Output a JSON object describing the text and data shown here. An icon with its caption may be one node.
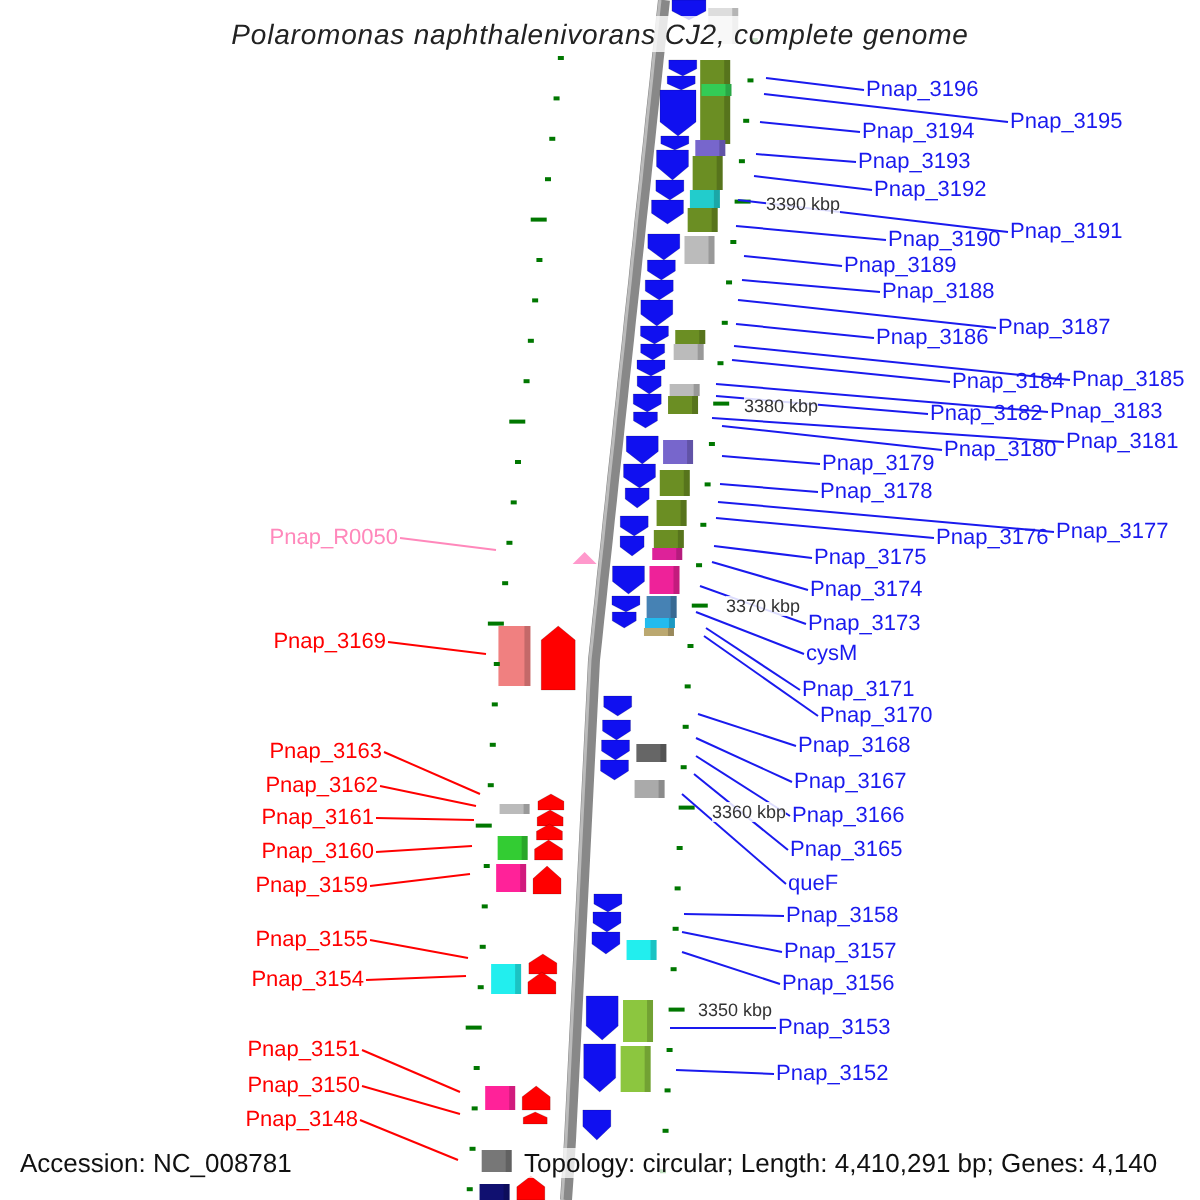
{
  "diagram": {
    "title": "Polaromonas naphthalenivorans CJ2, complete genome",
    "nodes": [
      {
        "text": [
          "Pnap_3196"
        ]
      },
      {
        "text": [
          "Pnap_3195"
        ]
      },
      {
        "text": [
          "Pnap_3194"
        ]
      },
      {
        "text": [
          "Pnap_3193"
        ]
      },
      {
        "text": [
          "Pnap_3192"
        ]
      },
      {
        "text": [
          "Pnap_3191"
        ]
      },
      {
        "text": [
          "Pnap_3190"
        ]
      },
      {
        "text": [
          "Pnap_3189"
        ]
      },
      {
        "text": [
          "Pnap_3188"
        ]
      },
      {
        "text": [
          "Pnap_3187"
        ]
      },
      {
        "text": [
          "Pnap_3186"
        ]
      },
      {
        "text": [
          "Pnap_3185"
        ]
      },
      {
        "text": [
          "Pnap_3184"
        ]
      },
      {
        "text": [
          "Pnap_3183"
        ]
      },
      {
        "text": [
          "Pnap_3182"
        ]
      },
      {
        "text": [
          "Pnap_3181"
        ]
      },
      {
        "text": [
          "Pnap_3180"
        ]
      },
      {
        "text": [
          "Pnap_3179"
        ]
      },
      {
        "text": [
          "Pnap_3178"
        ]
      },
      {
        "text": [
          "Pnap_3177"
        ]
      },
      {
        "text": [
          "Pnap_3176"
        ]
      },
      {
        "text": [
          "Pnap_3175"
        ]
      },
      {
        "text": [
          "Pnap_3174"
        ]
      },
      {
        "text": [
          "Pnap_3173"
        ]
      },
      {
        "text": [
          "cysM"
        ]
      },
      {
        "text": [
          "Pnap_3171"
        ]
      },
      {
        "text": [
          "Pnap_3170"
        ]
      },
      {
        "text": [
          "Pnap_3168"
        ]
      },
      {
        "text": [
          "Pnap_3167"
        ]
      },
      {
        "text": [
          "Pnap_3166"
        ]
      },
      {
        "text": [
          "Pnap_3165"
        ]
      },
      {
        "text": [
          "queF"
        ]
      },
      {
        "text": [
          "Pnap_3158"
        ]
      },
      {
        "text": [
          "Pnap_3157"
        ]
      },
      {
        "text": [
          "Pnap_3156"
        ]
      },
      {
        "text": [
          "Pnap_3153"
        ]
      },
      {
        "text": [
          "Pnap_3152"
        ]
      },
      {
        "text": [
          "Pnap_R0050"
        ]
      },
      {
        "text": [
          "Pnap_3169"
        ]
      },
      {
        "text": [
          "Pnap_3163"
        ]
      },
      {
        "text": [
          "Pnap_3162"
        ]
      },
      {
        "text": [
          "Pnap_3161"
        ]
      },
      {
        "text": [
          "Pnap_3160"
        ]
      },
      {
        "text": [
          "Pnap_3159"
        ]
      },
      {
        "text": [
          "Pnap_3155"
        ]
      },
      {
        "text": [
          "Pnap_3154"
        ]
      },
      {
        "text": [
          "Pnap_3151"
        ]
      },
      {
        "text": [
          "Pnap_3150"
        ]
      },
      {
        "text": [
          "Pnap_3148"
        ]
      }
    ],
    "edges": [
      {
        "from": 0,
        "to": null,
        "arrow": "none"
      },
      {
        "from": 1,
        "to": null,
        "arrow": "none"
      },
      {
        "from": 2,
        "to": null,
        "arrow": "none"
      },
      {
        "from": 3,
        "to": null,
        "arrow": "none"
      },
      {
        "from": 4,
        "to": null,
        "arrow": "none"
      },
      {
        "from": 5,
        "to": null,
        "arrow": "none"
      },
      {
        "from": 6,
        "to": null,
        "arrow": "none"
      },
      {
        "from": 7,
        "to": null,
        "arrow": "none"
      },
      {
        "from": 8,
        "to": null,
        "arrow": "none"
      },
      {
        "from": 9,
        "to": null,
        "arrow": "none"
      },
      {
        "from": 10,
        "to": null,
        "arrow": "none"
      },
      {
        "from": 11,
        "to": null,
        "arrow": "none"
      },
      {
        "from": 12,
        "to": null,
        "arrow": "none"
      },
      {
        "from": 13,
        "to": null,
        "arrow": "none"
      },
      {
        "from": 14,
        "to": null,
        "arrow": "none"
      },
      {
        "from": 15,
        "to": null,
        "arrow": "none"
      },
      {
        "from": 16,
        "to": null,
        "arrow": "none"
      },
      {
        "from": 17,
        "to": null,
        "arrow": "none"
      },
      {
        "from": 18,
        "to": null,
        "arrow": "none"
      },
      {
        "from": 19,
        "to": null,
        "arrow": "none"
      },
      {
        "from": 20,
        "to": null,
        "arrow": "none"
      },
      {
        "from": 21,
        "to": null,
        "arrow": "none"
      },
      {
        "from": 22,
        "to": null,
        "arrow": "none"
      },
      {
        "from": 23,
        "to": null,
        "arrow": "none"
      },
      {
        "from": 24,
        "to": null,
        "arrow": "none"
      },
      {
        "from": 25,
        "to": null,
        "arrow": "none"
      },
      {
        "from": 26,
        "to": null,
        "arrow": "none"
      },
      {
        "from": 27,
        "to": null,
        "arrow": "none"
      },
      {
        "from": 28,
        "to": null,
        "arrow": "none"
      },
      {
        "from": 29,
        "to": null,
        "arrow": "none"
      },
      {
        "from": 30,
        "to": null,
        "arrow": "none"
      },
      {
        "from": 31,
        "to": null,
        "arrow": "none"
      },
      {
        "from": 32,
        "to": null,
        "arrow": "none"
      },
      {
        "from": 33,
        "to": null,
        "arrow": "none"
      },
      {
        "from": 34,
        "to": null,
        "arrow": "none"
      },
      {
        "from": 35,
        "to": null,
        "arrow": "none"
      },
      {
        "from": 36,
        "to": null,
        "arrow": "none"
      },
      {
        "from": 37,
        "to": null,
        "arrow": "none",
        "color": "#ff88bb"
      },
      {
        "from": 38,
        "to": null,
        "arrow": "none",
        "color": "#ff0000"
      },
      {
        "from": 39,
        "to": null,
        "arrow": "none",
        "color": "#ff0000"
      },
      {
        "from": 40,
        "to": null,
        "arrow": "none",
        "color": "#ff0000"
      },
      {
        "from": 41,
        "to": null,
        "arrow": "none",
        "color": "#ff0000"
      },
      {
        "from": 42,
        "to": null,
        "arrow": "none",
        "color": "#ff0000"
      },
      {
        "from": 43,
        "to": null,
        "arrow": "none",
        "color": "#ff0000"
      },
      {
        "from": 44,
        "to": null,
        "arrow": "none",
        "color": "#ff0000"
      },
      {
        "from": 45,
        "to": null,
        "arrow": "none",
        "color": "#ff0000"
      },
      {
        "from": 46,
        "to": null,
        "arrow": "none",
        "color": "#ff0000"
      },
      {
        "from": 47,
        "to": null,
        "arrow": "none",
        "color": "#ff0000"
      },
      {
        "from": 48,
        "to": null,
        "arrow": "none",
        "color": "#ff0000"
      }
    ],
    "labels": [
      "3390 kbp",
      "3380 kbp",
      "3370 kbp",
      "3360 kbp",
      "3350 kbp",
      "Accession: NC_008781",
      "Topology: circular; Length: 4,410,291 bp; Genes: 4,140"
    ]
  }
}
